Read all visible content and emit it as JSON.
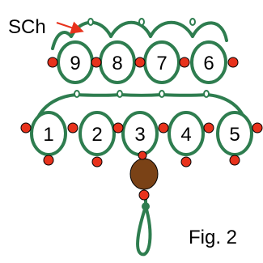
{
  "pointer_label": "SCh",
  "caption": "Fig. 2",
  "upper_ring_numbers": [
    "9",
    "8",
    "7",
    "6"
  ],
  "lower_ring_numbers": [
    "1",
    "2",
    "3",
    "4",
    "5"
  ],
  "colors": {
    "thread": "#2e7d4f",
    "bead": "#e8321c",
    "large_bead": "#7a4216",
    "arrow": "#e8321c",
    "text": "#000000"
  }
}
